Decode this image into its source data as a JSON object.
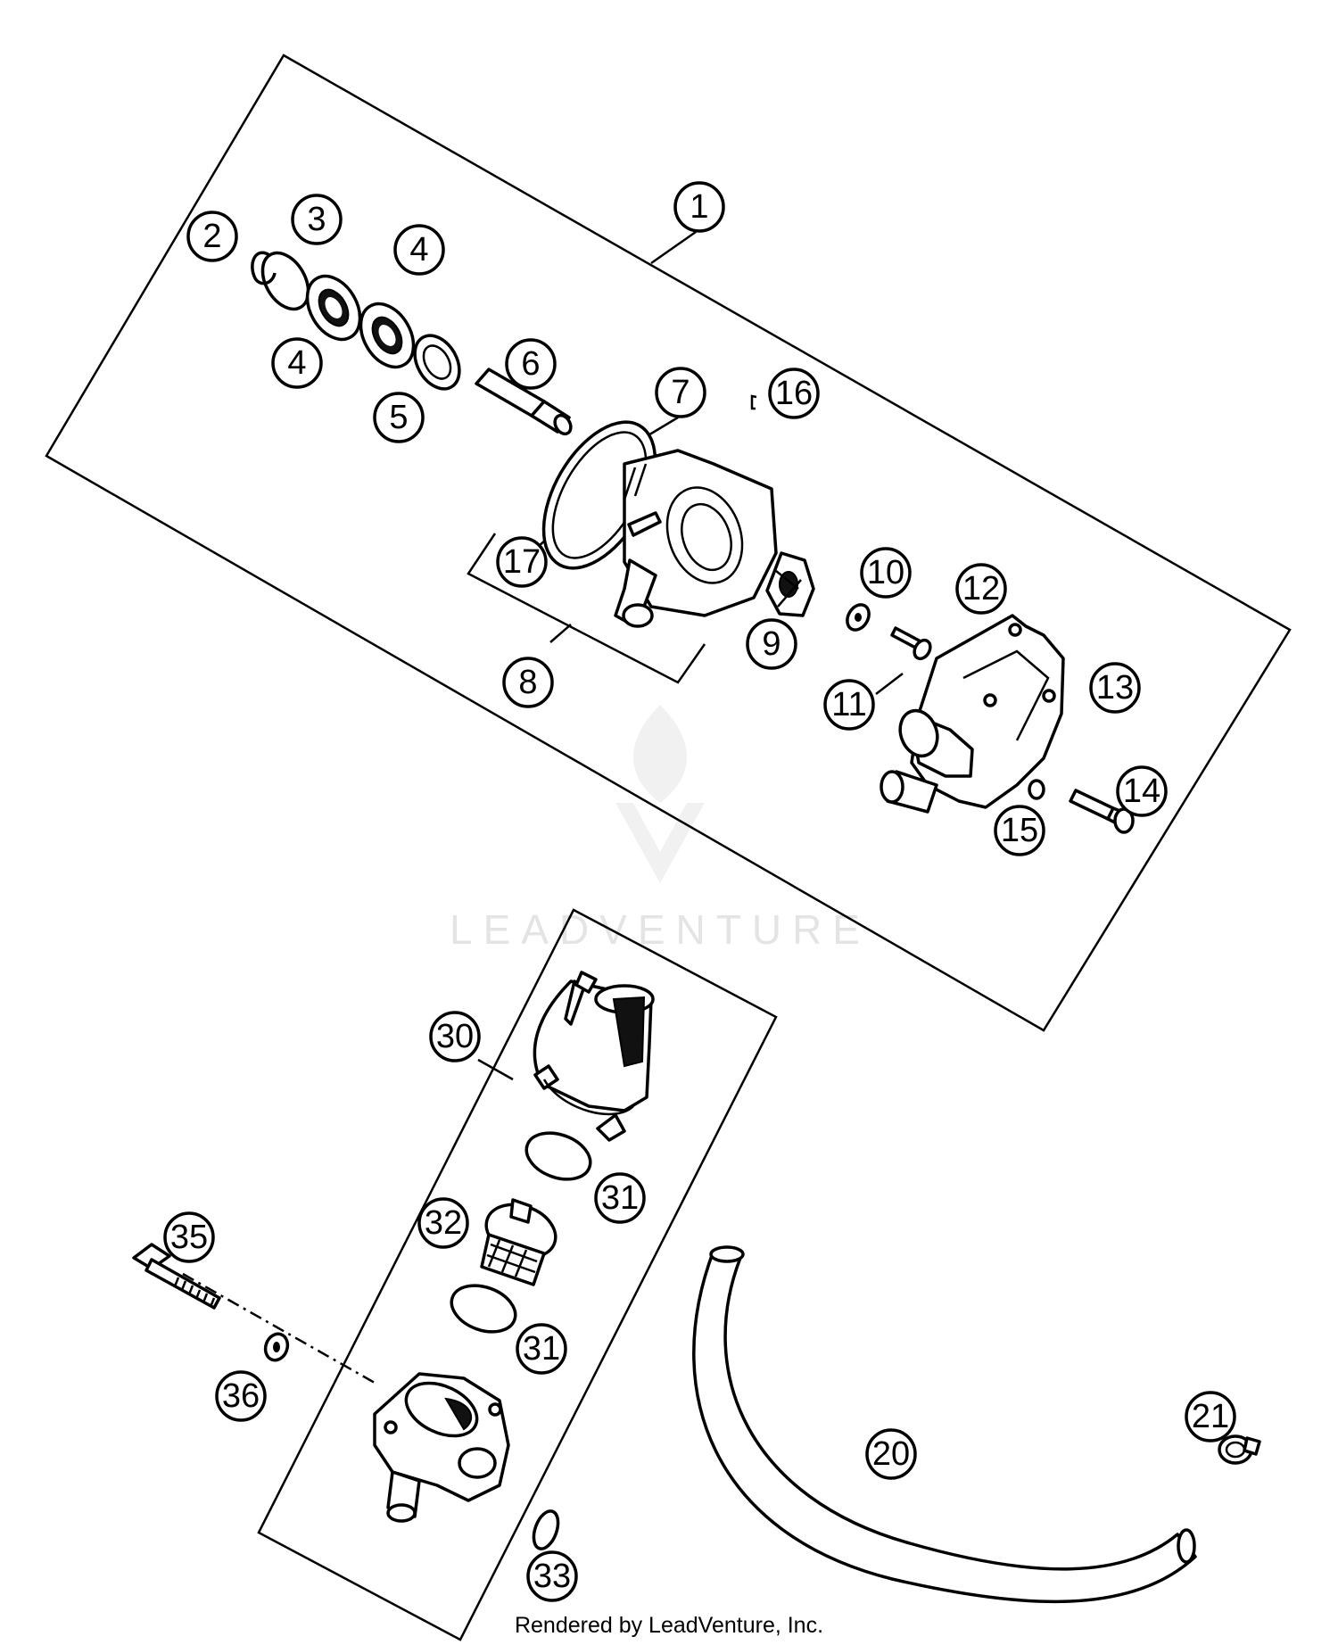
{
  "watermark": "LEADVENTURE",
  "footer": "Rendered by LeadVenture, Inc.",
  "callouts": {
    "c1": "1",
    "c2": "2",
    "c3": "3",
    "c4a": "4",
    "c4b": "4",
    "c5": "5",
    "c6": "6",
    "c7": "7",
    "c8": "8",
    "c9": "9",
    "c10": "10",
    "c11": "11",
    "c12": "12",
    "c13": "13",
    "c14": "14",
    "c15": "15",
    "c16": "16",
    "c17": "17",
    "c20": "20",
    "c21": "21",
    "c30": "30",
    "c31a": "31",
    "c31b": "31",
    "c32": "32",
    "c33": "33",
    "c35": "35",
    "c36": "36"
  },
  "colors": {
    "line": "#000000",
    "background": "#ffffff",
    "watermark": "#e4e4e4"
  }
}
